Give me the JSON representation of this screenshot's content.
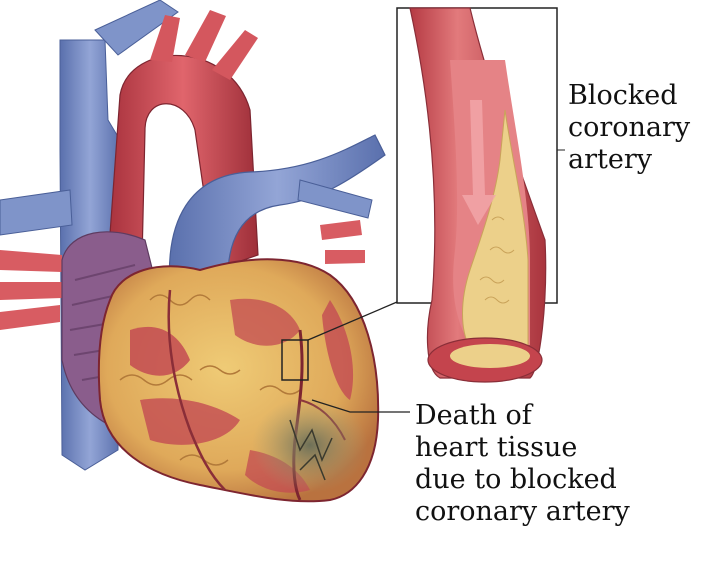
{
  "labels": {
    "blocked": [
      "Blocked",
      "coronary",
      "artery"
    ],
    "death": [
      "Death of",
      "heart tissue",
      "due to blocked",
      "coronary artery"
    ]
  },
  "colors": {
    "vein_blue": "#6f86c2",
    "artery_red": "#c8444d",
    "muscle_red": "#b5404a",
    "fat_yellow": "#e8c063",
    "plaque": "#e9cf8a",
    "dead_tissue": "#8f8f6f",
    "purple_atrium": "#8a5d8c",
    "outline": "#222222"
  },
  "icons": {
    "heart": "heart-illustration",
    "artery": "artery-cross-section"
  }
}
